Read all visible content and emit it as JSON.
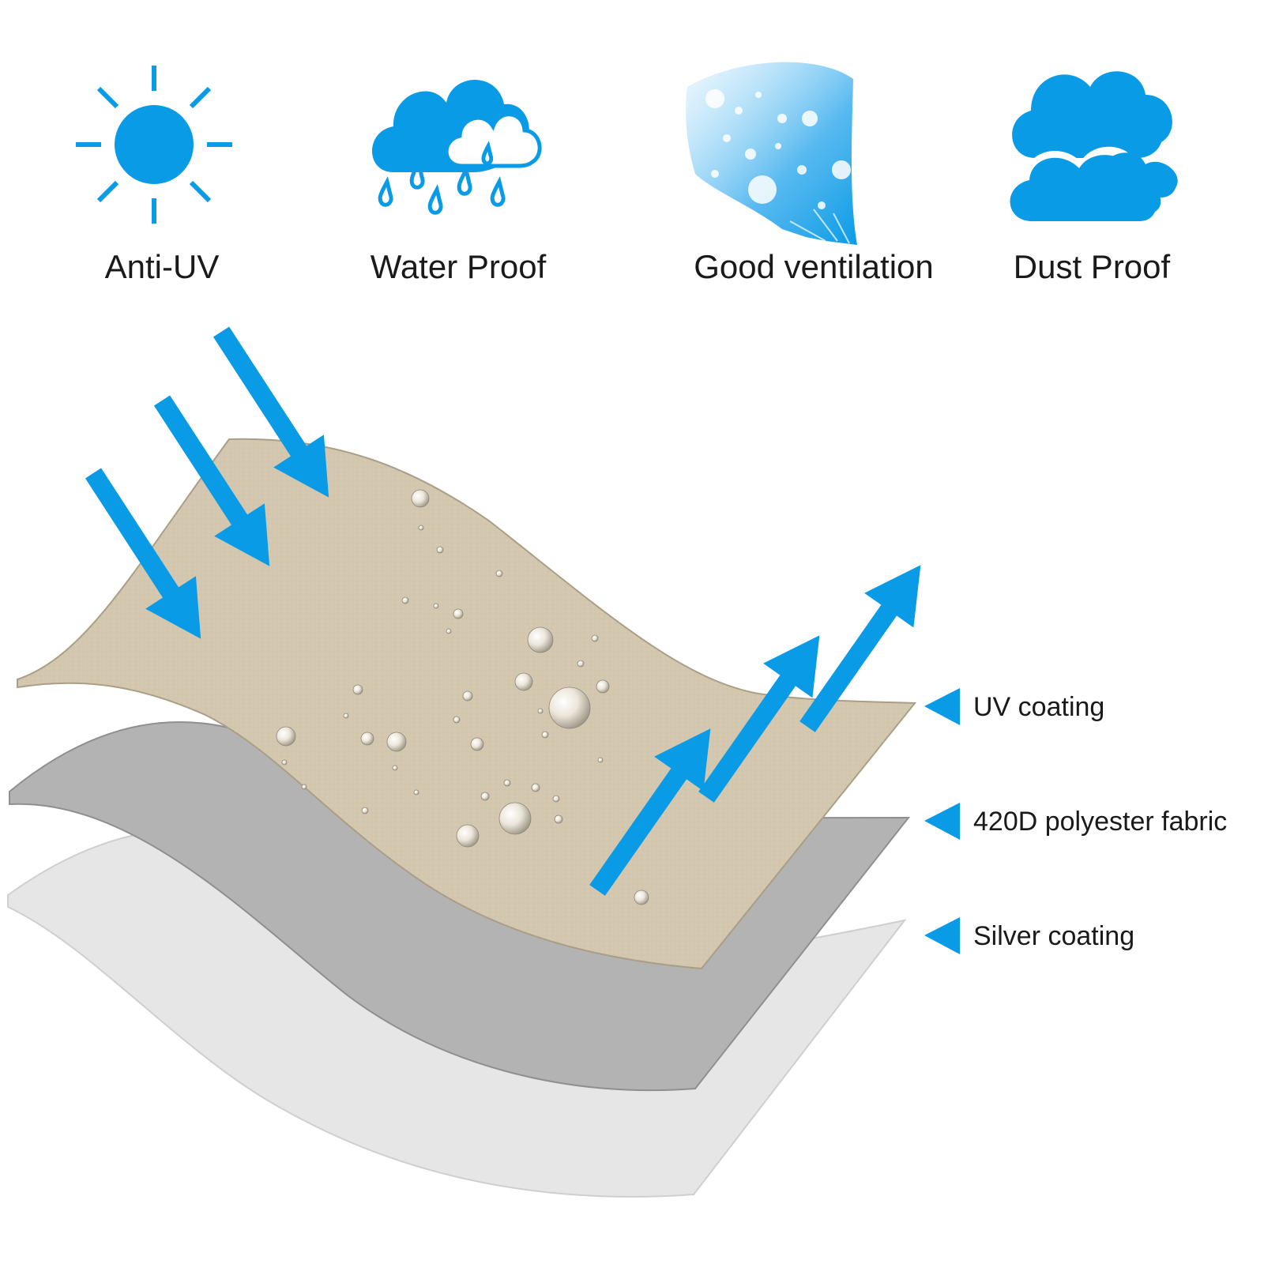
{
  "features": [
    {
      "label": "Anti-UV",
      "icon": "sun-icon"
    },
    {
      "label": "Water Proof",
      "icon": "rain-cloud-icon"
    },
    {
      "label": "Good ventilation",
      "icon": "air-flow-icon"
    },
    {
      "label": "Dust Proof",
      "icon": "clouds-icon"
    }
  ],
  "layers": [
    {
      "label": "UV coating",
      "color": "#D4C8B0"
    },
    {
      "label": "420D polyester fabric",
      "color": "#B3B3B3"
    },
    {
      "label": "Silver coating",
      "color": "#E6E6E6"
    }
  ],
  "colors": {
    "accent": "#0A9BE6",
    "text": "#1A1A1A"
  }
}
